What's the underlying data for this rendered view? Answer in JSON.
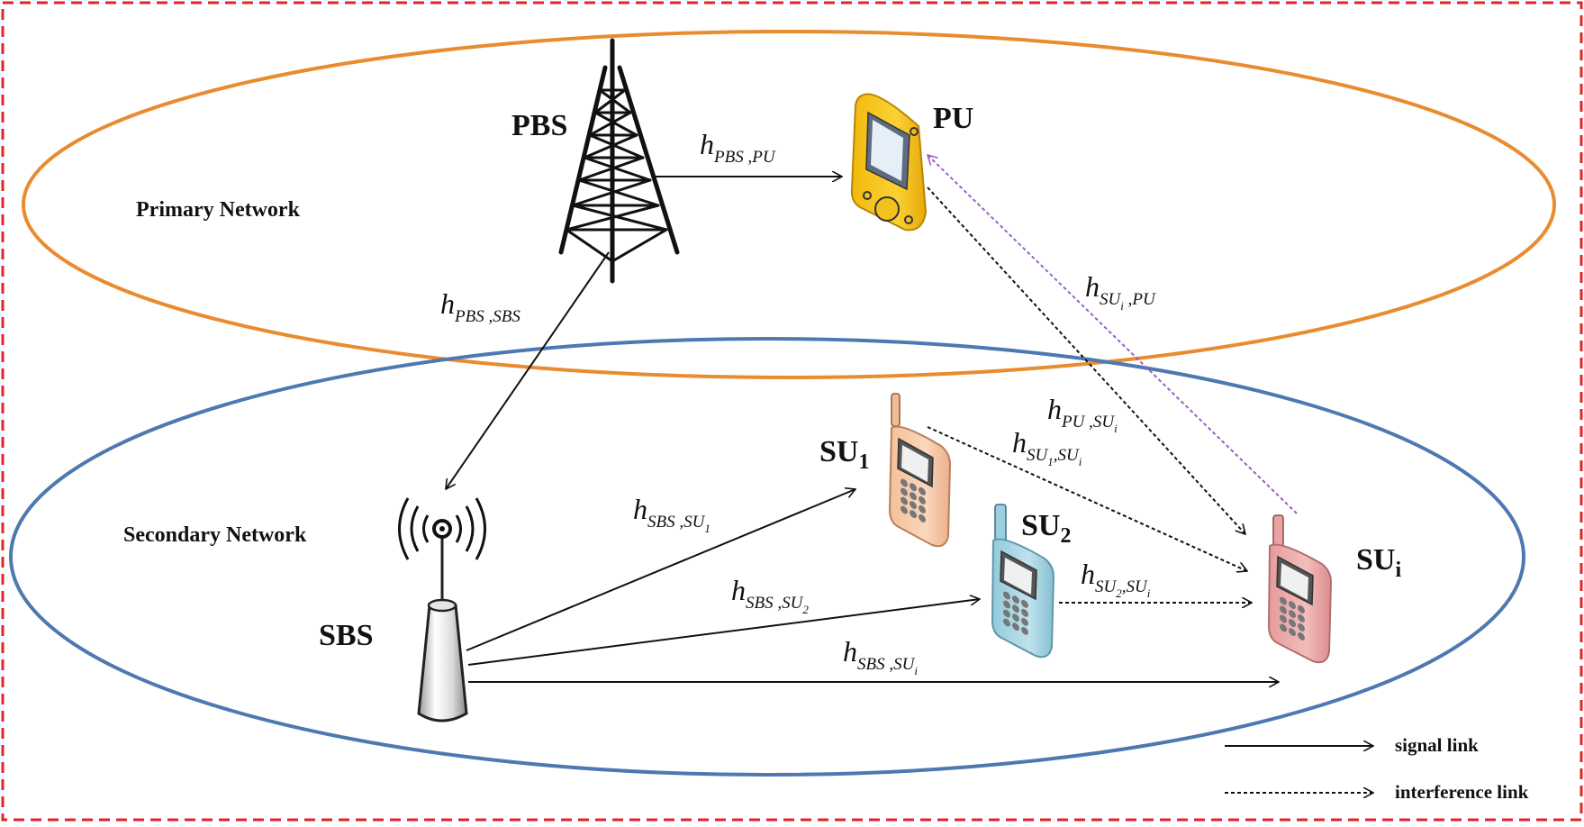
{
  "networks": {
    "primary": "Primary Network",
    "secondary": "Secondary Network"
  },
  "nodes": {
    "pbs": "PBS",
    "pu": "PU",
    "sbs": "SBS",
    "su1": {
      "base": "SU",
      "sub": "1"
    },
    "su2": {
      "base": "SU",
      "sub": "2"
    },
    "sui": {
      "base": "SU",
      "sub": "i"
    }
  },
  "channels": {
    "h_pbs_pu": {
      "h": "h",
      "sub": "PBS ,PU"
    },
    "h_pbs_sbs": {
      "h": "h",
      "sub": "PBS ,SBS"
    },
    "h_sui_pu": {
      "h": "h",
      "sub_a": "SU",
      "sub_a_i": "i",
      "sub_b": " ,PU"
    },
    "h_pu_sui": {
      "h": "h",
      "sub_a": "PU ,SU",
      "sub_a_i": "i"
    },
    "h_su1_sui": {
      "h": "h",
      "sub_a": "SU",
      "sub_a_i": "1",
      "sub_b": ",SU",
      "sub_b_i": "i"
    },
    "h_sbs_su1": {
      "h": "h",
      "sub_a": "SBS ,SU",
      "sub_a_i": "1"
    },
    "h_sbs_su2": {
      "h": "h",
      "sub_a": "SBS ,SU",
      "sub_a_i": "2"
    },
    "h_su2_sui": {
      "h": "h",
      "sub_a": "SU",
      "sub_a_i": "2",
      "sub_b": ",SU",
      "sub_b_i": "i"
    },
    "h_sbs_sui": {
      "h": "h",
      "sub_a": "SBS ,SU",
      "sub_a_i": "i"
    }
  },
  "legend": {
    "signal": "signal link",
    "interference": "interference link"
  },
  "colors": {
    "border": "#e0242b",
    "primary_ellipse": "#e98b2f",
    "secondary_ellipse": "#4e79b0",
    "pu_phone": "#f7c51c",
    "su1_phone": "#f6c8a4",
    "su2_phone": "#a9d6e2",
    "sui_phone": "#eaa6a5",
    "interference_purple": "#9b5fc0"
  }
}
